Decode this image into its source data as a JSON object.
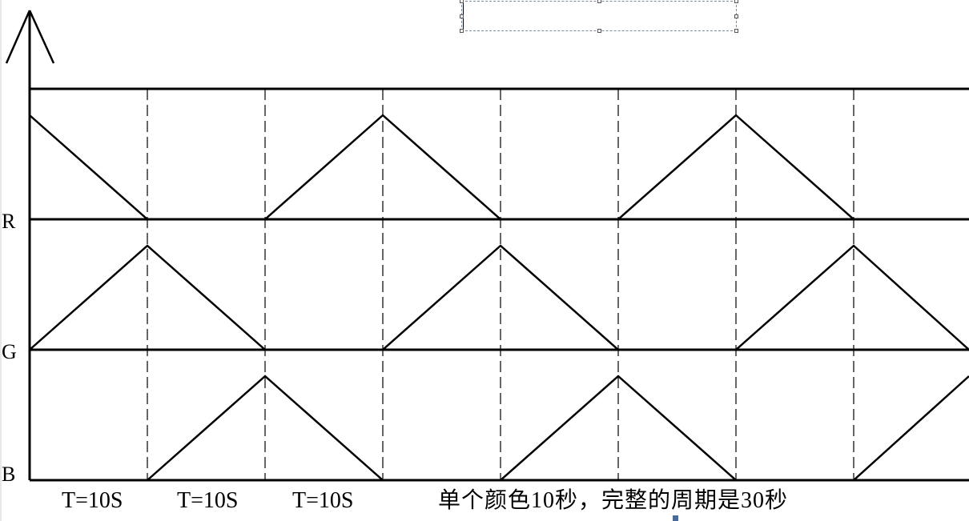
{
  "labels": {
    "r": "R",
    "g": "G",
    "b": "B"
  },
  "period_labels": [
    "T=10S",
    "T=10S",
    "T=10S"
  ],
  "caption": "单个颜色10秒，完整的周期是30秒",
  "textbox": {
    "value": ""
  },
  "colors": {
    "line": "#000000",
    "background": "#ffffff",
    "selection": "#7a8aa0"
  },
  "chart_data": {
    "type": "line",
    "title": "",
    "xlabel": "",
    "ylabel": "",
    "x": [
      0,
      10,
      20,
      30,
      40,
      50,
      60,
      70,
      80
    ],
    "x_unit": "seconds",
    "segment_label": "T=10S",
    "series": [
      {
        "name": "R",
        "values": [
          1,
          0,
          0,
          1,
          0,
          0,
          1,
          0,
          null
        ]
      },
      {
        "name": "G",
        "values": [
          0,
          1,
          0,
          0,
          1,
          0,
          0,
          1,
          0
        ]
      },
      {
        "name": "B",
        "values": [
          null,
          0,
          1,
          0,
          0,
          1,
          0,
          0,
          0.9
        ]
      }
    ],
    "annotations": [
      "T=10S",
      "T=10S",
      "T=10S",
      "单个颜色10秒，完整的周期是30秒"
    ],
    "grid": "dashed vertical lines every 10s",
    "ylim": [
      0,
      1
    ]
  }
}
